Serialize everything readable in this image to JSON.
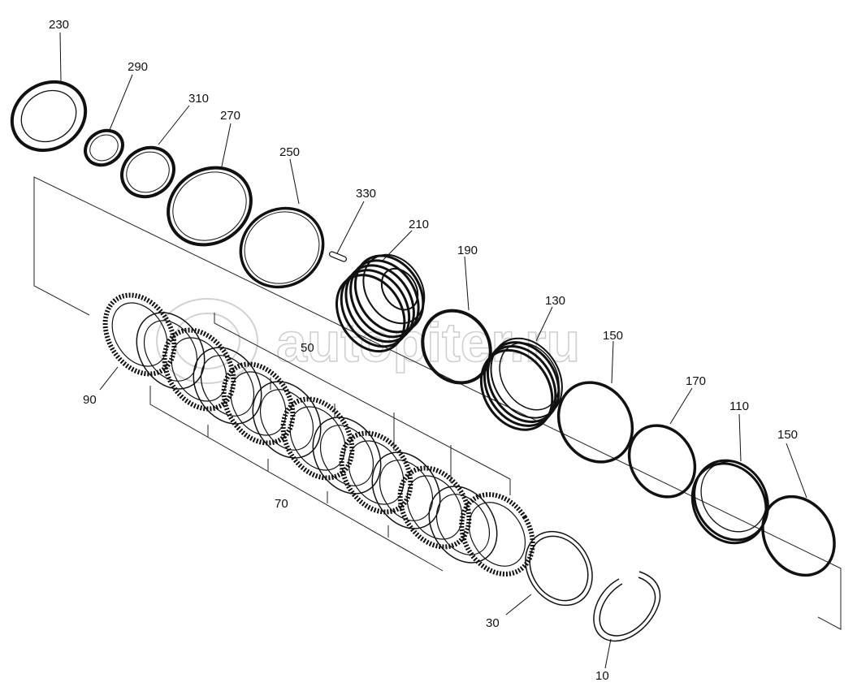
{
  "watermark": "autopiter.ru",
  "labels": {
    "p230": "230",
    "p290": "290",
    "p310": "310",
    "p270": "270",
    "p250": "250",
    "p330": "330",
    "p210": "210",
    "p190": "190",
    "p130": "130",
    "p150a": "150",
    "p170": "170",
    "p110": "110",
    "p150b": "150",
    "p90": "90",
    "p50": "50",
    "p70": "70",
    "p30": "30",
    "p10": "10"
  }
}
